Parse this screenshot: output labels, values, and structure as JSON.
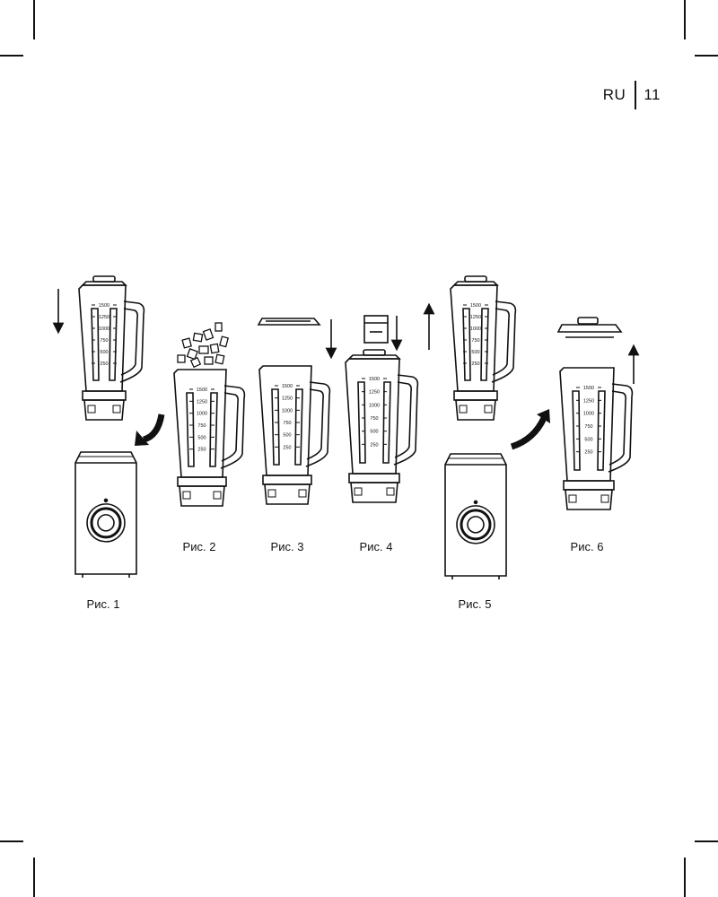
{
  "header": {
    "language": "RU",
    "page_number": "11"
  },
  "jar_scale_labels": [
    "1500",
    "1250",
    "1000",
    "750",
    "500",
    "250"
  ],
  "figures": [
    {
      "caption": "Рис. 1"
    },
    {
      "caption": "Рис. 2"
    },
    {
      "caption": "Рис. 3"
    },
    {
      "caption": "Рис. 4"
    },
    {
      "caption": "Рис. 5"
    },
    {
      "caption": "Рис. 6"
    }
  ]
}
